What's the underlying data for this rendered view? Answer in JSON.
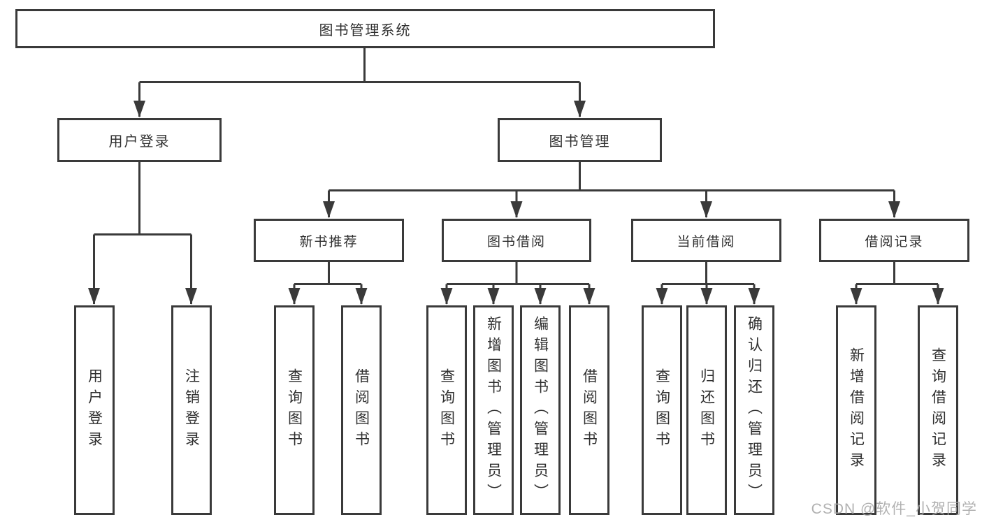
{
  "diagram": {
    "title": "图书管理系统",
    "branches": [
      {
        "label": "用户登录",
        "children": [
          {
            "label": "用户登录"
          },
          {
            "label": "注销登录"
          }
        ]
      },
      {
        "label": "图书管理",
        "children": [
          {
            "label": "新书推荐",
            "children": [
              {
                "label": "查询图书"
              },
              {
                "label": "借阅图书"
              }
            ]
          },
          {
            "label": "图书借阅",
            "children": [
              {
                "label": "查询图书"
              },
              {
                "label": "新增图书（管理员）"
              },
              {
                "label": "编辑图书（管理员）"
              },
              {
                "label": "借阅图书"
              }
            ]
          },
          {
            "label": "当前借阅",
            "children": [
              {
                "label": "查询图书"
              },
              {
                "label": "归还图书"
              },
              {
                "label": "确认归还（管理员）"
              }
            ]
          },
          {
            "label": "借阅记录",
            "children": [
              {
                "label": "新增借阅记录"
              },
              {
                "label": "查询借阅记录"
              }
            ]
          }
        ]
      }
    ]
  },
  "watermark": "CSDN @软件_小贺同学",
  "colors": {
    "line": "#3a3a3a",
    "text": "#2f2f2f",
    "watermark": "#a8a8a8",
    "background": "#ffffff"
  }
}
